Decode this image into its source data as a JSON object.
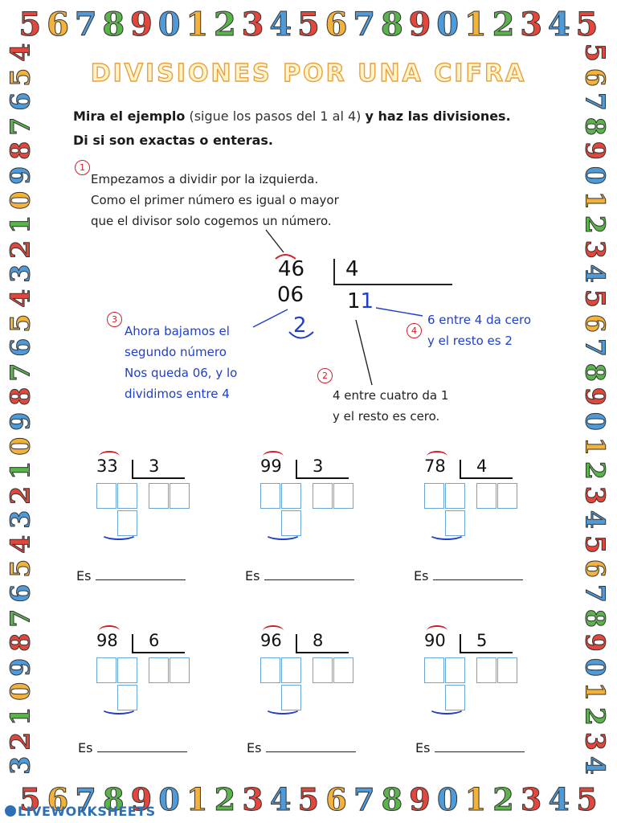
{
  "border": {
    "top": "567890123456789012345",
    "bottom": "567890123456789012345",
    "left": "456789012345678901234567890123",
    "right": "567890123456789012345678901234",
    "colors": [
      "#e3463a",
      "#f3b23a",
      "#4f9ad9",
      "#5bb34c",
      "#e3463a",
      "#4f9ad9",
      "#f3b23a",
      "#5bb34c",
      "#e3463a",
      "#4f9ad9"
    ]
  },
  "title": "DIVISIONES POR UNA CIFRA",
  "instructions": {
    "part1": "Mira el ejemplo",
    "part2": "(sigue los pasos del 1 al 4)",
    "part3": "y haz las divisiones.",
    "line2": "Di si son exactas o enteras."
  },
  "example": {
    "step1_num": "1",
    "step1_text": [
      "Empezamos a dividir por la izquierda.",
      "Como el primer número es igual o mayor",
      "que el divisor solo cogemos un número."
    ],
    "dividend": "46",
    "divisor": "4",
    "partial": "06",
    "remainder": "2",
    "quotient_first": "1",
    "quotient_second": "1",
    "step2_num": "2",
    "step2_text": [
      "4 entre cuatro da 1",
      "y el resto es cero."
    ],
    "step3_num": "3",
    "step3_text": [
      "Ahora bajamos el",
      "segundo número",
      "Nos queda 06, y lo",
      "dividimos entre 4"
    ],
    "step4_num": "4",
    "step4_text": [
      "6 entre 4 da cero",
      "y el resto es 2"
    ]
  },
  "exercises": [
    {
      "dividend": "33",
      "divisor": "3",
      "answer_label": "Es"
    },
    {
      "dividend": "99",
      "divisor": "3",
      "answer_label": "Es"
    },
    {
      "dividend": "78",
      "divisor": "4",
      "answer_label": "Es"
    },
    {
      "dividend": "98",
      "divisor": "6",
      "answer_label": "Es"
    },
    {
      "dividend": "96",
      "divisor": "8",
      "answer_label": "Es"
    },
    {
      "dividend": "90",
      "divisor": "5",
      "answer_label": "Es"
    }
  ],
  "footer": {
    "logo": "LIVEWORKSHEETS"
  }
}
